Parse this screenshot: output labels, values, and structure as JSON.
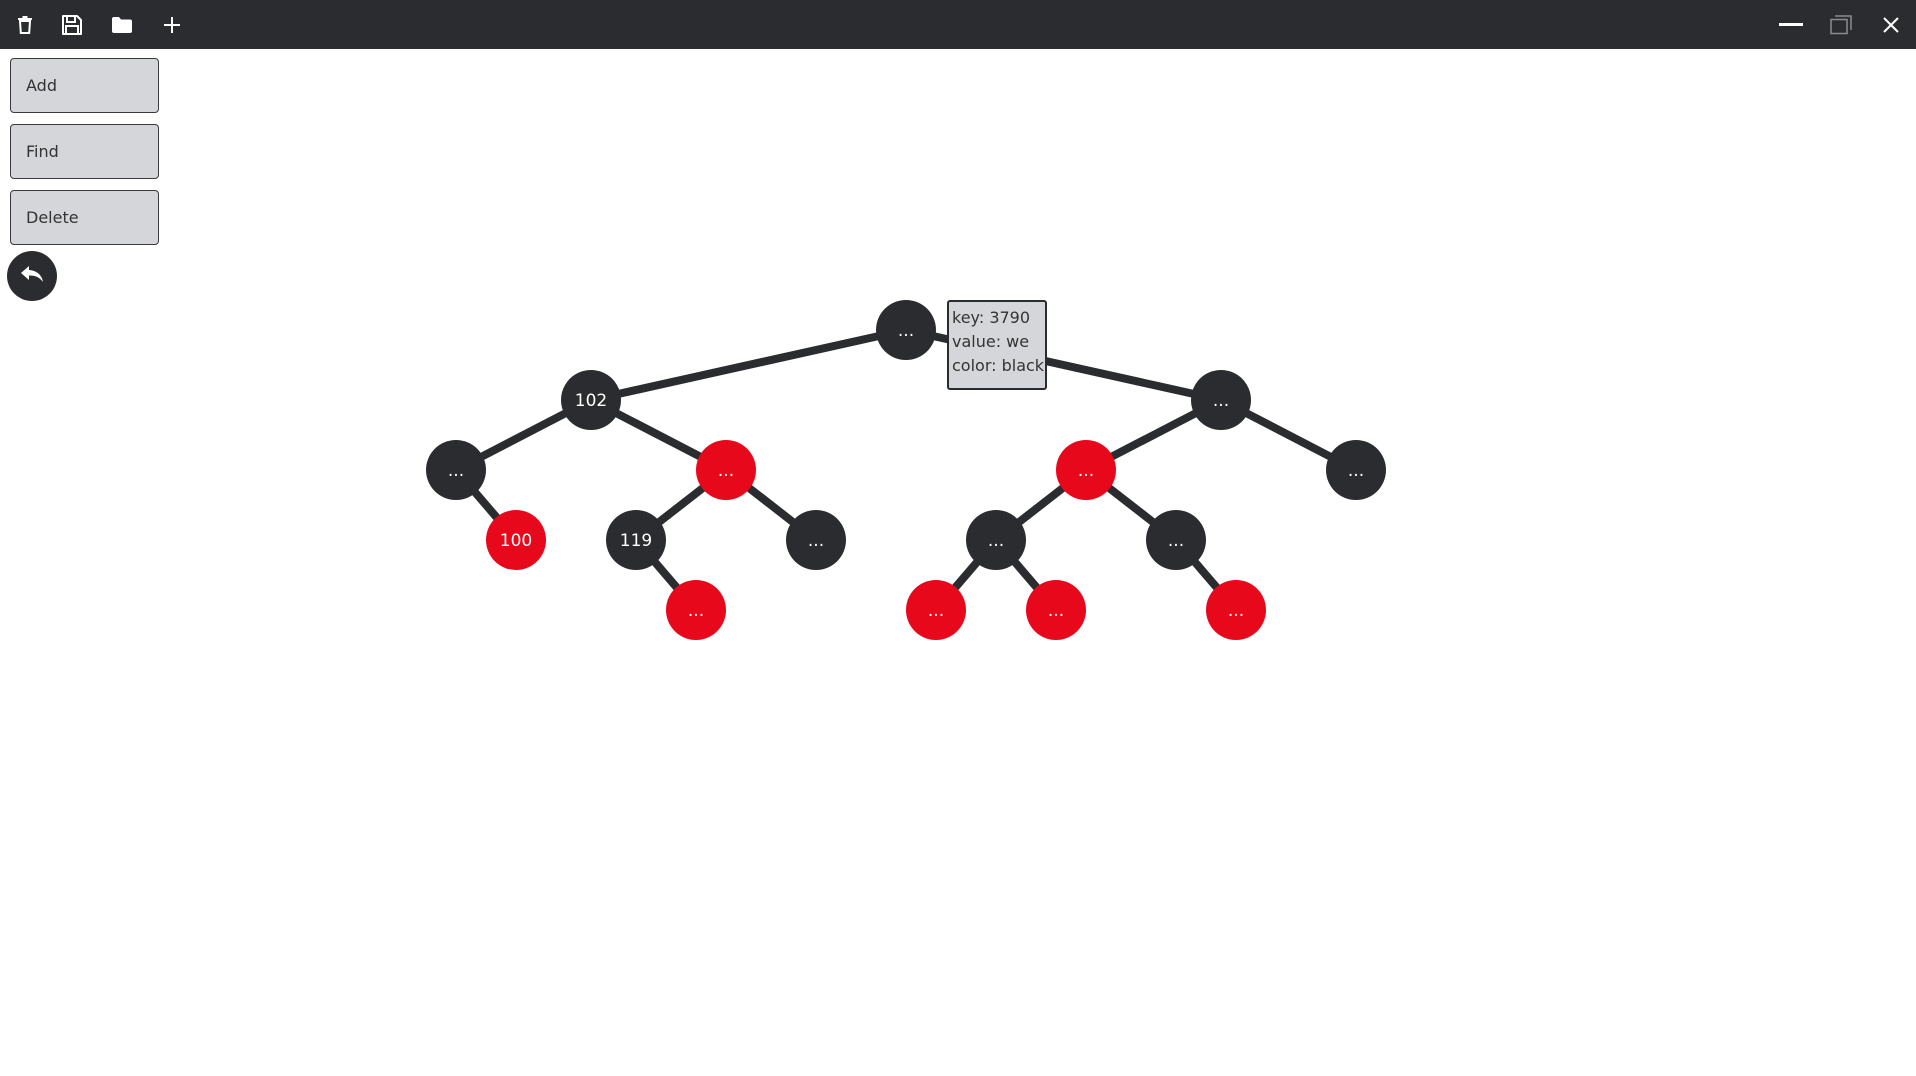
{
  "colors": {
    "titlebar": "#2b2c2f",
    "black_node": "#2b2c2f",
    "red_node": "#e8081b",
    "edge": "#2b2c2f",
    "button_bg": "#d4d6d9",
    "node_text": "#ffffff"
  },
  "titlebar": {
    "left_icons": [
      "trash-icon",
      "save-icon",
      "folder-icon",
      "plus-icon"
    ],
    "right_icons": [
      "minimize-icon",
      "maximize-icon",
      "close-icon"
    ]
  },
  "sidebar": {
    "add_label": "Add",
    "find_label": "Find",
    "delete_label": "Delete",
    "undo_icon": "undo-arrow-icon"
  },
  "tree": {
    "nodes": [
      {
        "id": "n0",
        "label": "...",
        "color": "black"
      },
      {
        "id": "n1",
        "label": "102",
        "color": "black"
      },
      {
        "id": "n2",
        "label": "...",
        "color": "black"
      },
      {
        "id": "n3",
        "label": "...",
        "color": "black"
      },
      {
        "id": "n4",
        "label": "...",
        "color": "red"
      },
      {
        "id": "n5",
        "label": "100",
        "color": "red"
      },
      {
        "id": "n6",
        "label": "119",
        "color": "black"
      },
      {
        "id": "n7",
        "label": "...",
        "color": "black"
      },
      {
        "id": "n8",
        "label": "...",
        "color": "red"
      },
      {
        "id": "n9",
        "label": "...",
        "color": "red"
      },
      {
        "id": "n10",
        "label": "...",
        "color": "black"
      },
      {
        "id": "n11",
        "label": "...",
        "color": "black"
      },
      {
        "id": "n12",
        "label": "...",
        "color": "red"
      },
      {
        "id": "n13",
        "label": "...",
        "color": "red"
      },
      {
        "id": "n14",
        "label": "...",
        "color": "red"
      },
      {
        "id": "n15",
        "label": "...",
        "color": "black"
      }
    ],
    "edges": [
      [
        "n0",
        "n1"
      ],
      [
        "n0",
        "n2"
      ],
      [
        "n1",
        "n3"
      ],
      [
        "n1",
        "n4"
      ],
      [
        "n3",
        "n5"
      ],
      [
        "n4",
        "n6"
      ],
      [
        "n4",
        "n7"
      ],
      [
        "n6",
        "n8"
      ],
      [
        "n2",
        "n9"
      ],
      [
        "n2",
        "n15"
      ],
      [
        "n9",
        "n10"
      ],
      [
        "n9",
        "n11"
      ],
      [
        "n10",
        "n12"
      ],
      [
        "n10",
        "n13"
      ],
      [
        "n11",
        "n14"
      ]
    ]
  },
  "tooltip": {
    "key_line": "key: 3790",
    "value_line": "value: we",
    "color_line": "color: black"
  }
}
